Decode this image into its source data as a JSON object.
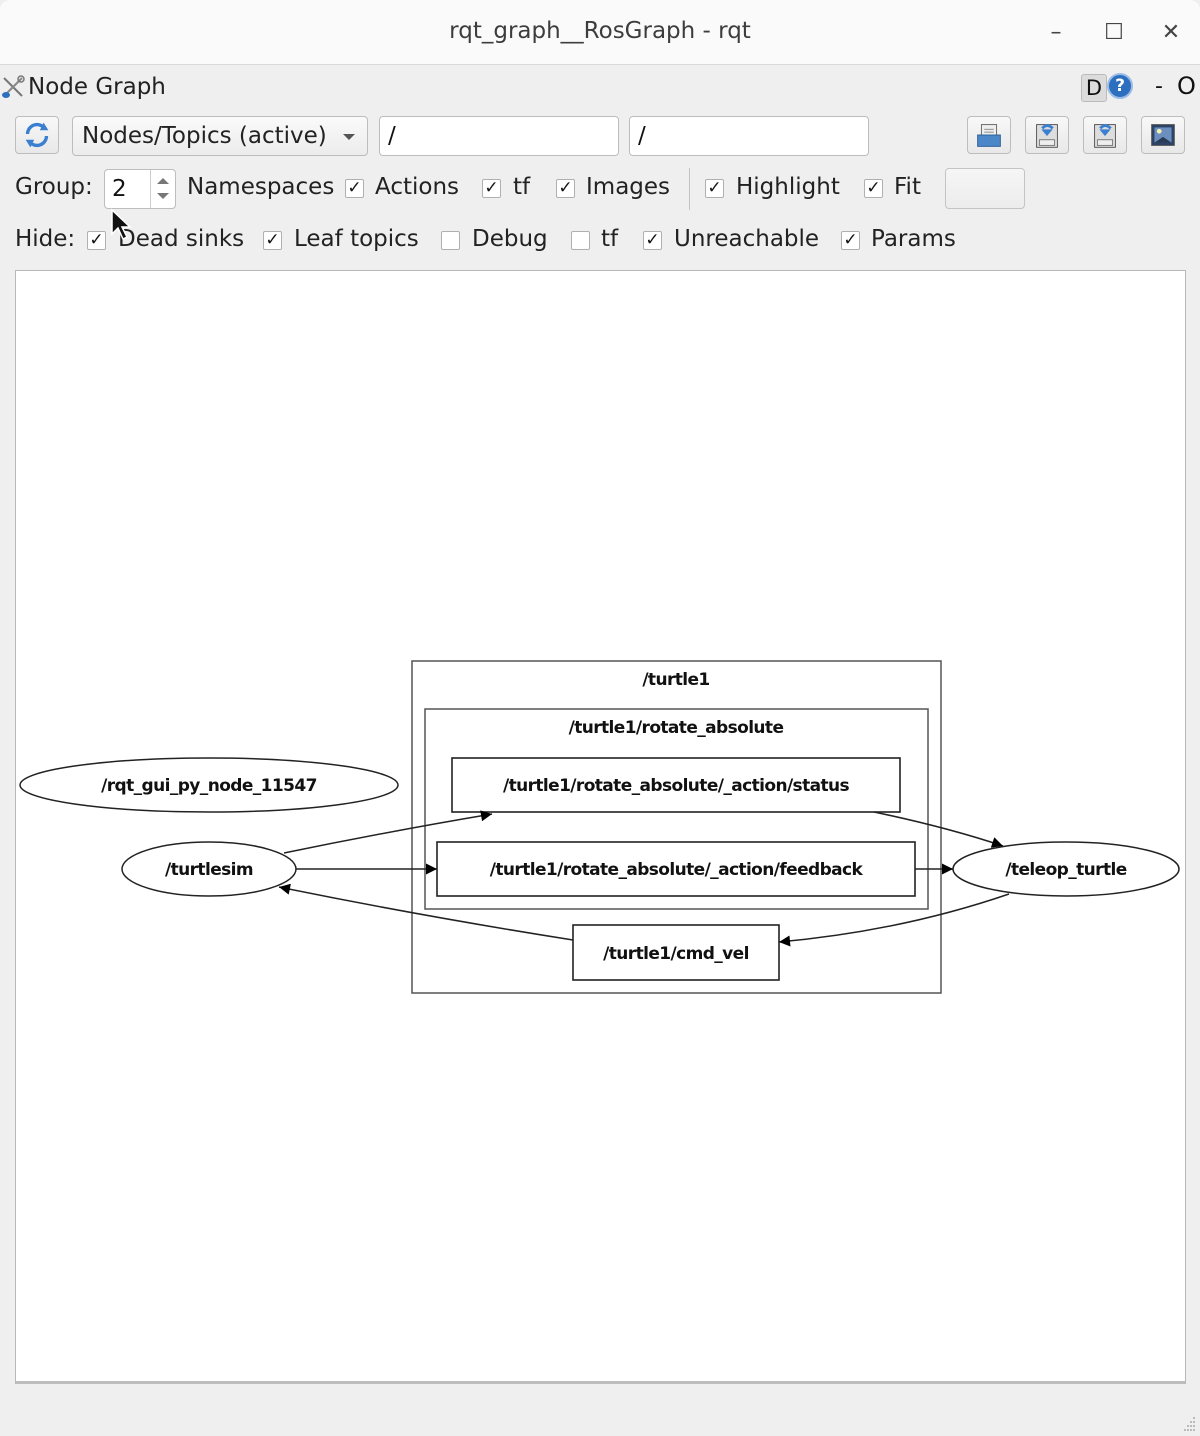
{
  "window": {
    "title": "rqt_graph__RosGraph - rqt",
    "controls": {
      "minimize": "–",
      "maximize": "☐",
      "close": "✕"
    }
  },
  "plugin": {
    "title": "Node Graph",
    "icon": "tools-icon",
    "d_button": "D",
    "help_icon": "?",
    "minimize": "-",
    "close": "O"
  },
  "toolbar": {
    "refresh_icon": "refresh-icon",
    "graph_type": "Nodes/Topics (active)",
    "filter_node": "/",
    "filter_topic": "/",
    "buttons": [
      "load-dot-icon",
      "save-dot-icon",
      "save-svg-icon",
      "save-image-icon"
    ]
  },
  "options": {
    "group_label": "Group:",
    "group_value": "2",
    "namespaces_label": "Namespaces",
    "checks": [
      {
        "label": "Actions",
        "checked": true
      },
      {
        "label": "tf",
        "checked": true
      },
      {
        "label": "Images",
        "checked": true
      },
      {
        "label": "Highlight",
        "checked": true
      },
      {
        "label": "Fit",
        "checked": true
      }
    ]
  },
  "hide": {
    "label": "Hide:",
    "checks": [
      {
        "label": "Dead sinks",
        "checked": true
      },
      {
        "label": "Leaf topics",
        "checked": true
      },
      {
        "label": "Debug",
        "checked": false
      },
      {
        "label": "tf",
        "checked": false
      },
      {
        "label": "Unreachable",
        "checked": true
      },
      {
        "label": "Params",
        "checked": true
      }
    ]
  },
  "graph": {
    "clusters": [
      {
        "id": "turtle1",
        "label": "/turtle1"
      },
      {
        "id": "rotate_absolute",
        "label": "/turtle1/rotate_absolute"
      }
    ],
    "nodes": [
      {
        "id": "rqt_gui",
        "label": "/rqt_gui_py_node_11547",
        "shape": "ellipse"
      },
      {
        "id": "turtlesim",
        "label": "/turtlesim",
        "shape": "ellipse"
      },
      {
        "id": "teleop",
        "label": "/teleop_turtle",
        "shape": "ellipse"
      }
    ],
    "topics": [
      {
        "id": "status",
        "label": "/turtle1/rotate_absolute/_action/status",
        "shape": "box"
      },
      {
        "id": "feedback",
        "label": "/turtle1/rotate_absolute/_action/feedback",
        "shape": "box"
      },
      {
        "id": "cmd_vel",
        "label": "/turtle1/cmd_vel",
        "shape": "box"
      }
    ],
    "edges": [
      {
        "from": "turtlesim",
        "to": "status"
      },
      {
        "from": "turtlesim",
        "to": "feedback"
      },
      {
        "from": "status",
        "to": "teleop"
      },
      {
        "from": "feedback",
        "to": "teleop"
      },
      {
        "from": "teleop",
        "to": "cmd_vel"
      },
      {
        "from": "cmd_vel",
        "to": "turtlesim"
      }
    ]
  }
}
